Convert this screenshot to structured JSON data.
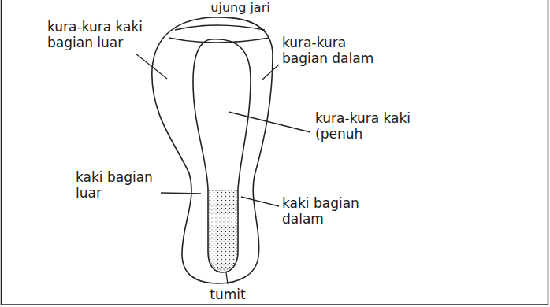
{
  "diagram": {
    "labels": [
      "ujung jari",
      "kura-kura kaki bagian luar",
      "kura-kura bagian dalam",
      "kura-kura kaki (penuh",
      "kaki bagian luar",
      "kaki bagian dalam",
      "tumit"
    ]
  }
}
